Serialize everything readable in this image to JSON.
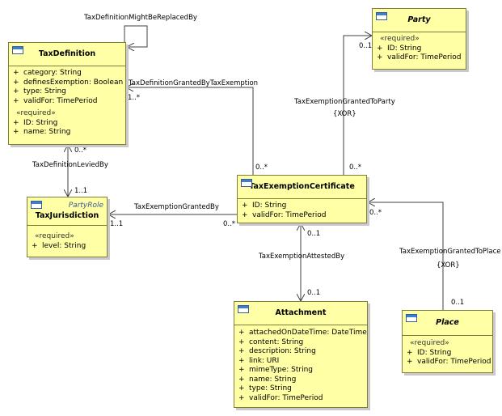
{
  "classes": {
    "party": {
      "name": "Party",
      "stereotype": "«required»",
      "attrs": [
        {
          "sym": "+",
          "text": "ID: String"
        },
        {
          "sym": "+",
          "text": "validFor: TimePeriod"
        }
      ]
    },
    "tax_definition": {
      "name": "TaxDefinition",
      "attrs": [
        {
          "sym": "+",
          "text": "category: String"
        },
        {
          "sym": "+",
          "text": "definesExemption: Boolean"
        },
        {
          "sym": "+",
          "text": "type: String"
        },
        {
          "sym": "+",
          "text": "validFor: TimePeriod"
        }
      ],
      "stereotype": "«required»",
      "req_attrs": [
        {
          "sym": "+",
          "text": "ID: String"
        },
        {
          "sym": "+",
          "text": "name: String"
        }
      ]
    },
    "tax_exemption_certificate": {
      "name": "TaxExemptionCertificate",
      "attrs": [
        {
          "sym": "+",
          "text": "ID: String"
        },
        {
          "sym": "+",
          "text": "validFor: TimePeriod"
        }
      ]
    },
    "tax_jurisdiction": {
      "role": "PartyRole",
      "name": "TaxJurisdiction",
      "stereotype": "«required»",
      "attrs": [
        {
          "sym": "+",
          "text": "level: String"
        }
      ]
    },
    "attachment": {
      "name": "Attachment",
      "attrs": [
        {
          "sym": "+",
          "text": "attachedOnDateTime: DateTime"
        },
        {
          "sym": "+",
          "text": "content: String"
        },
        {
          "sym": "+",
          "text": "description: String"
        },
        {
          "sym": "+",
          "text": "link: URI"
        },
        {
          "sym": "+",
          "text": "mimeType: String"
        },
        {
          "sym": "+",
          "text": "name: String"
        },
        {
          "sym": "+",
          "text": "type: String"
        },
        {
          "sym": "+",
          "text": "validFor: TimePeriod"
        }
      ]
    },
    "place": {
      "name": "Place",
      "stereotype": "«required»",
      "attrs": [
        {
          "sym": "+",
          "text": "ID: String"
        },
        {
          "sym": "+",
          "text": "validFor: TimePeriod"
        }
      ]
    }
  },
  "associations": {
    "replaced_by": "TaxDefinitionMightBeReplacedBy",
    "granted_by_exemption": "TaxDefinitionGrantedByTaxExemption",
    "granted_to_party": "TaxExemptionGrantedToParty",
    "xor_party": "{XOR}",
    "levied_by": "TaxDefinitionLeviedBy",
    "exemption_granted_by": "TaxExemptionGrantedBy",
    "attested_by": "TaxExemptionAttestedBy",
    "granted_to_place": "TaxExemptionGrantedToPlace",
    "xor_place": "{XOR}"
  },
  "multiplicities": {
    "party_end": "0..1",
    "cert_party_end": "0..*",
    "taxdef_grant_end": "1..*",
    "cert_grant_end": "0..*",
    "taxdef_levied_end": "0..*",
    "juris_levied_end": "1..1",
    "juris_grant_end": "1..1",
    "cert_juris_end": "0..*",
    "cert_attest_end": "0..1",
    "attach_end": "0..1",
    "cert_place_end": "0..*",
    "place_end": "0..1"
  }
}
